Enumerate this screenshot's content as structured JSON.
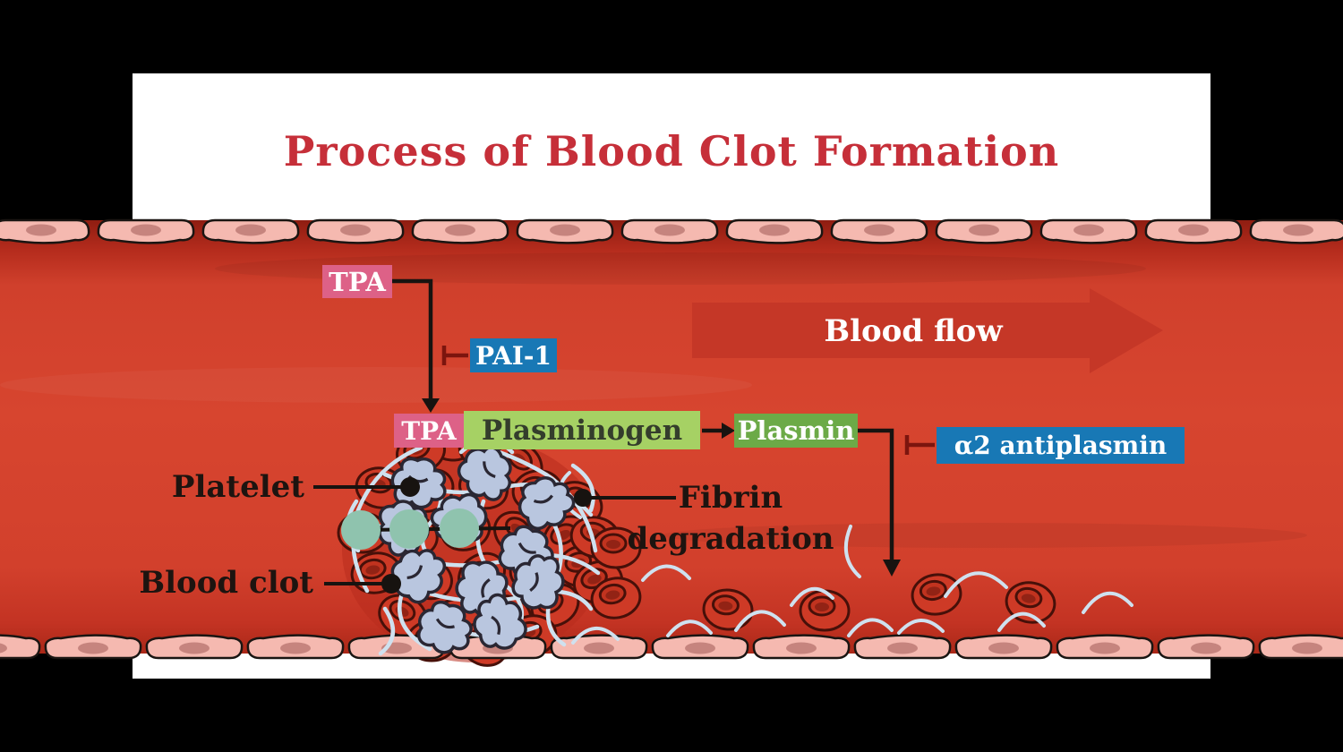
{
  "title": "Process of Blood Clot Formation",
  "vessel": {
    "blood_flow_label": "Blood flow"
  },
  "pathway": {
    "tpa_top": {
      "label": "TPA",
      "color": "#dd6187"
    },
    "pai1": {
      "label": "PAI-1",
      "color": "#1878b5"
    },
    "tpa": {
      "label": "TPA",
      "color": "#dd6187"
    },
    "plasminogen": {
      "label": "Plasminogen",
      "color": "#a6d164"
    },
    "plasmin": {
      "label": "Plasmin",
      "color": "#6caa47"
    },
    "alpha2_antiplasmin": {
      "label": "α2 antiplasmin",
      "color": "#1878b5"
    }
  },
  "annotations": {
    "platelet": "Platelet",
    "blood_clot": "Blood clot",
    "fibrin_degradation_line1": "Fibrin",
    "fibrin_degradation_line2": "degradation"
  },
  "colors": {
    "title_red": "#c62f39",
    "vessel_blood": "#d7452f",
    "vessel_blood_dark": "#8f1d11",
    "endothelial_cell": "#f5b9b0",
    "cell_nucleus": "#c6847e",
    "flow_arrow": "#c53727",
    "inhibition_line": "#7c150e",
    "connector_black": "#171310",
    "fibrin_strand": "#cfe1ef",
    "platelet_cell": "#b9c6df",
    "activated_platelet": "#8fc3ae",
    "red_blood_cell": "#ce3a26"
  }
}
